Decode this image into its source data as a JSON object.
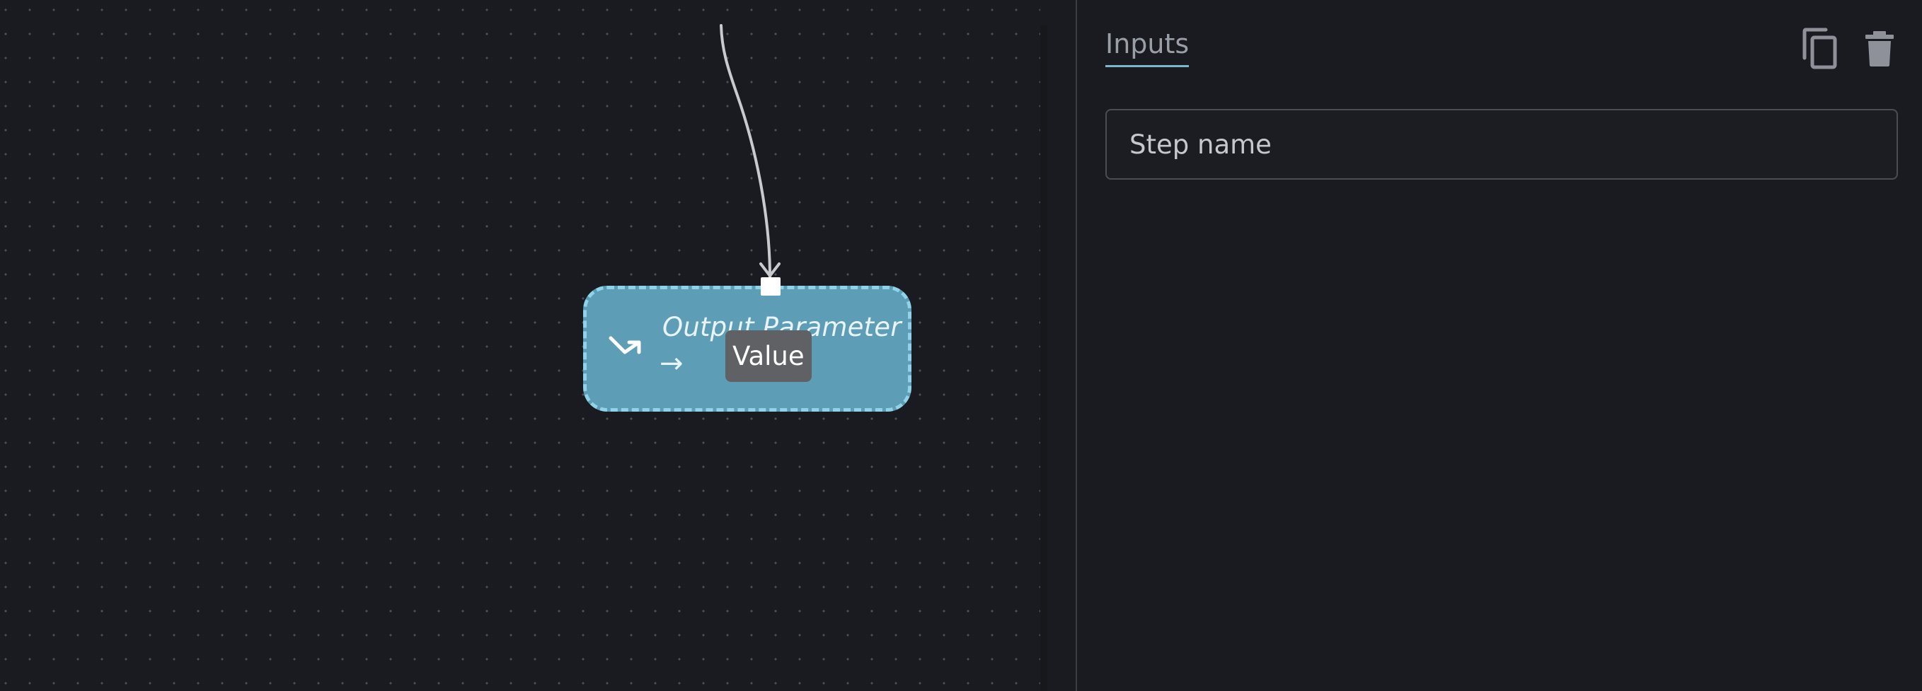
{
  "canvas": {
    "node": {
      "title": "Output Parameter",
      "arrow_glyph": "→",
      "icon": "output-arrow-icon",
      "fill_color": "#5d9db6",
      "border_color": "#8fd2ea"
    },
    "tooltip": {
      "text": "Value"
    },
    "edge_color": "#c8cacd"
  },
  "panel": {
    "tab_label": "Inputs",
    "copy_icon": "copy-icon",
    "delete_icon": "trash-icon",
    "step_name": {
      "placeholder": "Step name",
      "value": ""
    }
  }
}
